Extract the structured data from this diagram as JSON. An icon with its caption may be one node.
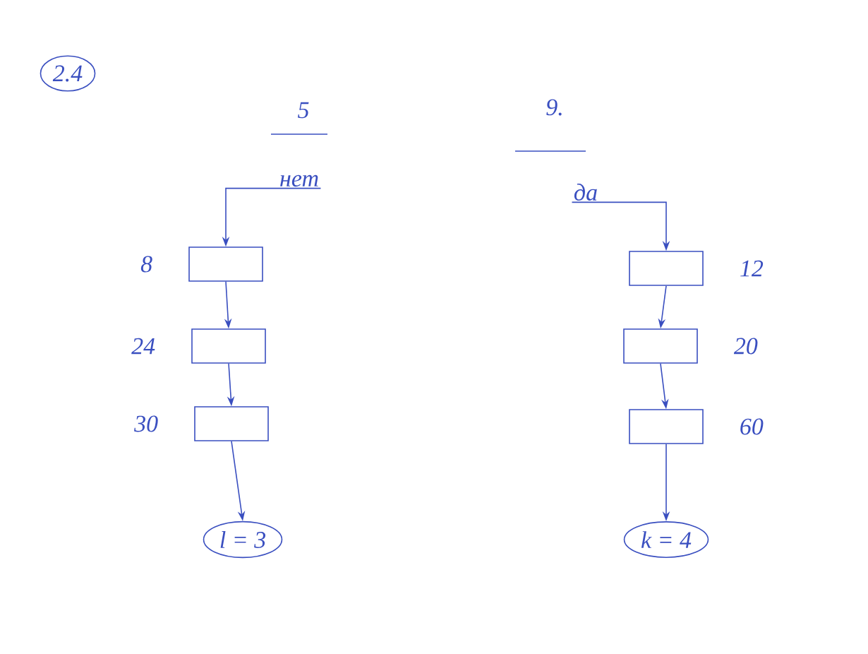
{
  "diagram": {
    "nodes": [
      {
        "text": [
          "2.4"
        ]
      },
      {
        "text": [
          "нет"
        ]
      },
      {
        "text": [],
        "shape": "box",
        "beside": [
          "8"
        ]
      },
      {
        "text": [],
        "shape": "box",
        "beside": [
          "24"
        ]
      },
      {
        "text": [],
        "shape": "box",
        "beside": [
          "30"
        ]
      },
      {
        "text": [
          "l = 3"
        ]
      },
      {
        "text": [
          "да"
        ]
      },
      {
        "text": [],
        "shape": "box",
        "beside": [
          "12"
        ]
      },
      {
        "text": [],
        "shape": "box",
        "beside": [
          "20"
        ]
      },
      {
        "text": [],
        "shape": "box",
        "beside": [
          "60"
        ]
      },
      {
        "text": [
          "k = 4"
        ]
      }
    ],
    "edges": [
      {
        "from": 1,
        "to": 2,
        "arrow": "to"
      },
      {
        "from": 2,
        "to": 3,
        "arrow": "to"
      },
      {
        "from": 3,
        "to": 4,
        "arrow": "to"
      },
      {
        "from": 4,
        "to": 5,
        "arrow": "to"
      },
      {
        "from": 6,
        "to": 7,
        "arrow": "to"
      },
      {
        "from": 7,
        "to": 8,
        "arrow": "to"
      },
      {
        "from": 8,
        "to": 9,
        "arrow": "to"
      },
      {
        "from": 9,
        "to": 10,
        "arrow": "to"
      }
    ],
    "labels": [
      "5",
      "9."
    ]
  }
}
